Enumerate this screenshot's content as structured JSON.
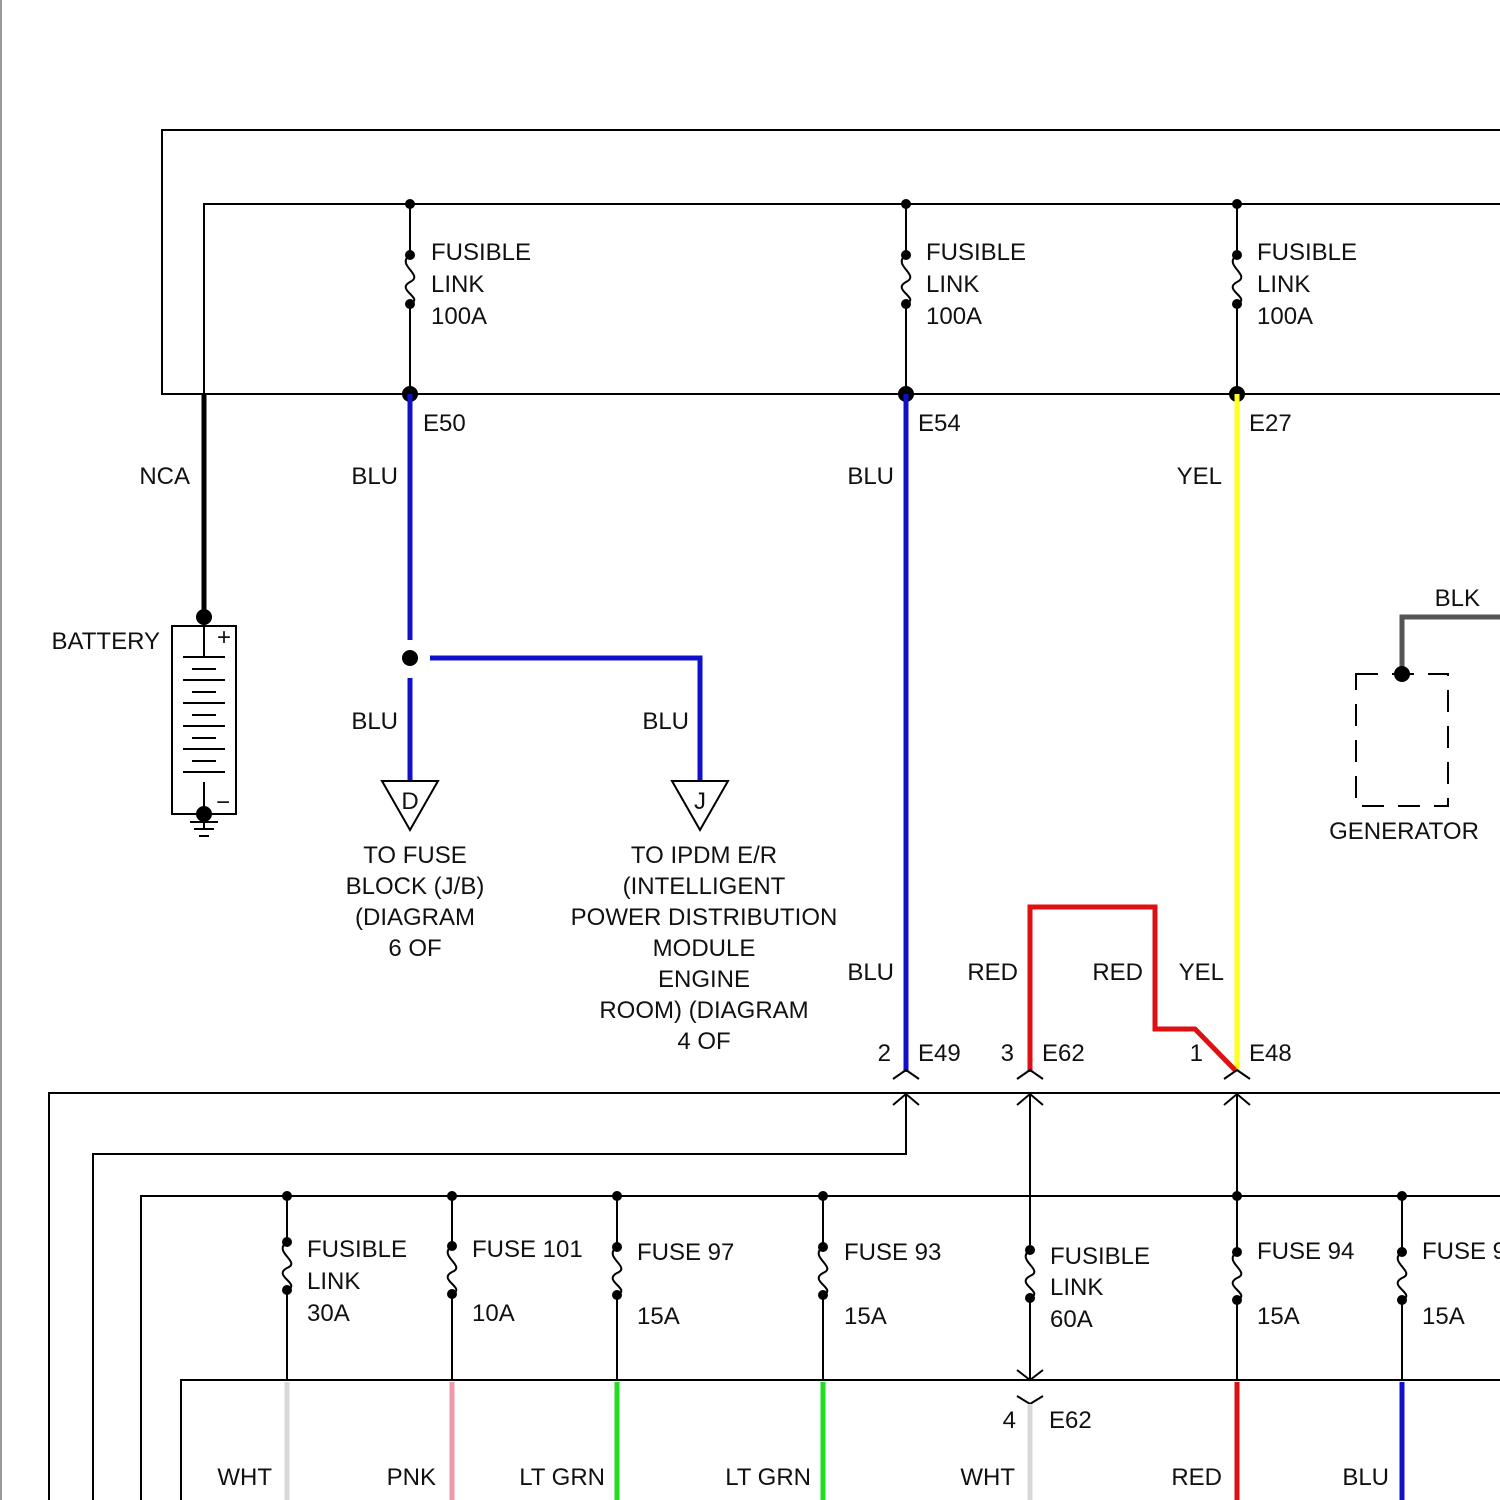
{
  "colors": {
    "blu": "#1010cc",
    "yel": "#ffff22",
    "red": "#dd1111",
    "blk": "#555555",
    "wht": "#d8d8d8",
    "pnk": "#ee99aa",
    "ltgrn": "#22dd22",
    "nca": "#000000"
  },
  "fusible_links_top": [
    {
      "line1": "FUSIBLE",
      "line2": "LINK",
      "rating": "100A",
      "connector": "E50",
      "wire": "BLU"
    },
    {
      "line1": "FUSIBLE",
      "line2": "LINK",
      "rating": "100A",
      "connector": "E54",
      "wire": "BLU"
    },
    {
      "line1": "FUSIBLE",
      "line2": "LINK",
      "rating": "100A",
      "connector": "E27",
      "wire": "YEL"
    }
  ],
  "battery": {
    "label": "BATTERY",
    "wire": "NCA",
    "plus": "+",
    "minus": "−"
  },
  "branch": {
    "wire_d": "BLU",
    "wire_j": "BLU"
  },
  "connectors_offpage": [
    {
      "letter": "D",
      "lines": [
        "TO FUSE",
        "BLOCK (J/B)",
        "(DIAGRAM",
        "6 OF"
      ]
    },
    {
      "letter": "J",
      "lines": [
        "TO IPDM E/R",
        "(INTELLIGENT",
        "POWER DISTRIBUTION",
        "MODULE",
        "ENGINE",
        "ROOM) (DIAGRAM",
        "4 OF"
      ]
    }
  ],
  "generator": {
    "label": "GENERATOR",
    "wire": "BLK"
  },
  "mid_wires": {
    "blu": "BLU",
    "red_left": "RED",
    "red_right": "RED",
    "yel": "YEL"
  },
  "pins": [
    {
      "pin": "2",
      "connector": "E49"
    },
    {
      "pin": "3",
      "connector": "E62"
    },
    {
      "pin": "1",
      "connector": "E48"
    }
  ],
  "lower_fuses": [
    {
      "lines": [
        "FUSIBLE",
        "LINK"
      ],
      "rating": "30A",
      "wire": "WHT"
    },
    {
      "lines": [
        "FUSE 101"
      ],
      "rating": "10A",
      "wire": "PNK"
    },
    {
      "lines": [
        "FUSE 97"
      ],
      "rating": "15A",
      "wire": "LT GRN"
    },
    {
      "lines": [
        "FUSE 93"
      ],
      "rating": "15A",
      "wire": "LT GRN"
    },
    {
      "lines": [
        "FUSIBLE",
        "LINK"
      ],
      "rating": "60A",
      "wire": "WHT"
    },
    {
      "lines": [
        "FUSE 94"
      ],
      "rating": "15A",
      "wire": "RED"
    },
    {
      "lines": [
        "FUSE 9"
      ],
      "rating": "15A",
      "wire": "BLU"
    }
  ],
  "bottom_connector": {
    "pin": "4",
    "connector": "E62"
  }
}
